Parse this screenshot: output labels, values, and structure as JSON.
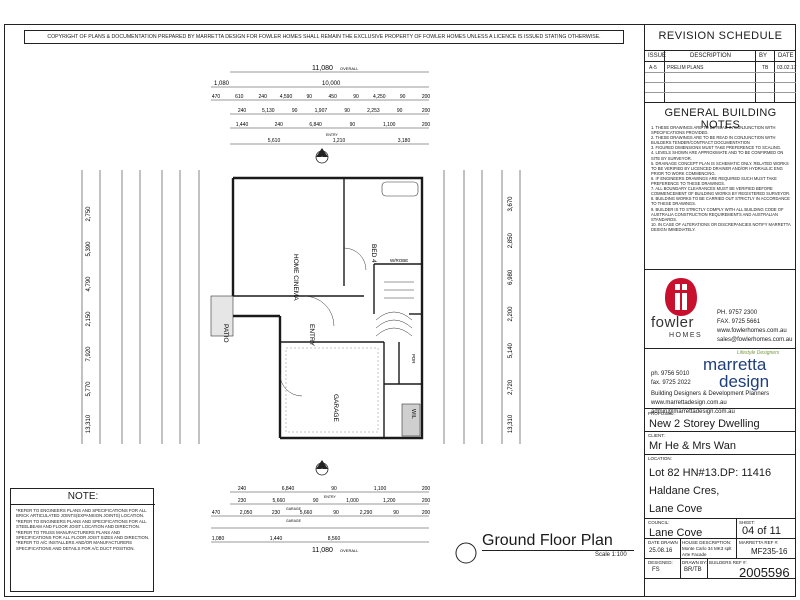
{
  "copyright": "COPYRIGHT OF PLANS & DOCUMENTATION PREPARED BY MARRETTA DESIGN FOR FOWLER HOMES SHALL REMAIN THE EXCLUSIVE PROPERTY OF FOWLER HOMES UNLESS A LICENCE IS ISSUED STATING OTHERWISE.",
  "revision": {
    "title": "REVISION SCHEDULE",
    "headers": [
      "ISSUE",
      "DESCRIPTION",
      "BY",
      "DATE"
    ],
    "rows": [
      [
        "A-5",
        "PRELIM PLANS",
        "TB",
        "03.02.17"
      ]
    ]
  },
  "notes": {
    "title": "GENERAL BUILDING NOTES",
    "items": [
      "1. THESE DRAWINGS ARE TO BE READ IN CONJUNCTION WITH SPECIFICATIONS PROVIDED.",
      "2. THESE DRAWINGS ARE TO BE READ IN CONJUNCTION WITH BUILDERS TENDER/CONTRACT DOCUMENTATION",
      "3. FIGURED DIMENSIONS MUST TAKE PREFERENCE TO SCALING.",
      "4. LEVELS SHOWN ARE APPROXIMATE AND TO BE CONFIRMED ON SITE BY SURVEYOR.",
      "5. DRAINAGE CONCEPT PLAN IS SCHEMATIC ONLY. RELATED WORKS TO BE VERIFIED BY LICENCED DRAINER AND/OR HYDRAULIC ENG PRIOR TO WORK COMMENCING.",
      "6. IF ENGINEERS DRAWINGS ARE REQUIRED SUCH MUST TAKE PREFERENCE TO THESE DRAWINGS.",
      "7. ALL BOUNDARY CLEARANCES MUST BE VERIFIED BEFORE COMMENCEMENT OF BUILDING WORKS BY REGISTERED SURVEYOR.",
      "8. BUILDING WORKS TO BE CARRIED OUT STRICTLY IN ACCORDANCE TO THESE DRAWINGS.",
      "9. BUILDER IS TO STRICTLY COMPLY WITH ALL BUILDING CODE OF AUSTRALIA CONSTRUCTION REQUIREMENTS AND AUSTRALIAN STANDARDS.",
      "10. IN CASE OF ALTERATIONS OR DISCREPANCIES NOTIFY MARRETTA DESIGN IMMEDIATELY."
    ]
  },
  "fowler": {
    "name": "fowler",
    "sub": "HOMES",
    "ph": "PH. 9757 2300",
    "fax": "FAX. 9725 5661",
    "web": "www.fowlerhomes.com.au",
    "email": "sales@fowlerhomes.com.au",
    "brand_color": "#c8102e"
  },
  "marretta": {
    "tag": "Lifestyle Designers",
    "name1": "marretta",
    "name2": "design",
    "ph": "ph. 9756 5010",
    "fax": "fax. 9725 2022",
    "tagline": "Building Designers & Development Planners",
    "web": "www.marrettadesign.com.au",
    "email": "admin@marrettadesign.com.au",
    "brand_color": "#1f3f7a",
    "accent_color": "#7a9a3c"
  },
  "project": {
    "proposed_label": "PROPOSED:",
    "proposed": "New 2 Storey Dwelling",
    "client_label": "CLIENT:",
    "client": "Mr He & Mrs Wan",
    "location_label": "LOCATION:",
    "lot": "Lot 82 HN#13.DP: 11416",
    "street": "Haldane Cres,",
    "suburb": "Lane Cove",
    "council_label": "COUNCIL:",
    "council": "Lane Cove",
    "sheet_label": "SHEET:",
    "sheet": "04 of 11",
    "date_label": "DATE DRAWN",
    "date": "25.08.16",
    "house_label": "HOUSE DESCRIPTION:",
    "house": "Monte Carlo 34 MK3 splt Arte Facade",
    "ref_label": "MARRETTA REF #:",
    "ref": "MF235-16",
    "designed_label": "DESIGNED:",
    "designed": "FS",
    "drawn_label": "DRAWN BY:",
    "drawn": "BR/TB",
    "builders_label": "BUILDERS REF #:",
    "builders": "2005596"
  },
  "plan": {
    "title": "Ground Floor Plan",
    "scale": "Scale 1:100",
    "section_marker": "A",
    "rooms": {
      "cinema": "HOME CINEMA",
      "bed4": "BED 4",
      "entry": "ENTRY",
      "patio": "PATIO",
      "garage": "GARAGE",
      "wil": "WIL",
      "wir": "W/ROBE",
      "pdr": "PDR"
    },
    "top_dims": {
      "overall": "11,080",
      "overall_lbl": "OVERALL",
      "r2a": "1,080",
      "r2b": "10,000",
      "r3": [
        "470",
        "610",
        "240",
        "4,590",
        "90",
        "450",
        "90",
        "4,250",
        "90",
        "200"
      ],
      "r4": [
        "240",
        "5,130",
        "90",
        "1,907",
        "90",
        "2,253",
        "90",
        "200"
      ],
      "r5": [
        "1,440",
        "240",
        "6,840",
        "90",
        "1,100",
        "200"
      ],
      "r6": [
        "5,610",
        "1,210",
        "3,180"
      ],
      "r5_lbl": "ENTRY"
    },
    "bottom_dims": {
      "r1": [
        "240",
        "6,840",
        "90",
        "1,100",
        "200"
      ],
      "r1_lbl": "ENTRY",
      "r2": [
        "230",
        "5,660",
        "90",
        "1,000",
        "1,200",
        "200"
      ],
      "r2_lbl": "GARAGE",
      "r3": [
        "470",
        "2,050",
        "230",
        "5,660",
        "90",
        "2,290",
        "90",
        "200"
      ],
      "r3_lbl": "GARAGE",
      "r4": [
        "1,080",
        "1,440",
        "8,560"
      ],
      "overall": "11,080",
      "overall_lbl": "OVERALL"
    },
    "left_dims": [
      "2,750",
      "5,390",
      "4,790",
      "2,150",
      "7,920",
      "5,770",
      "13,310"
    ],
    "right_dims": [
      "3,670",
      "2,850",
      "6,980",
      "2,200",
      "5,140",
      "2,720",
      "13,310"
    ],
    "notes": {
      "title": "NOTE:",
      "items": [
        "*REFER TO ENGINEERS PLANS AND SPECIFICATIONS FOR ALL BRICK ARTICULATED JOINTS(EXPANSION JOINTS) LOCATION.",
        "*REFER TO ENGINEERS PLANS AND SPECIFICATIONS FOR ALL STEELBEAM AND FLOOR JOIST LOCATION AND DIRECTION.",
        "*REFER TO TRUSS MANUFACTURERS PLANS AND SPECIFICATIONS FOR ALL FLOOR JOIST SIZES AND DIRECTION.",
        "*REFER TO A/C INSTALLERS AND/OR MANUFACTURERS SPECIFICATIONS AND DETAILS FOR A/C DUCT POSITION."
      ]
    }
  }
}
